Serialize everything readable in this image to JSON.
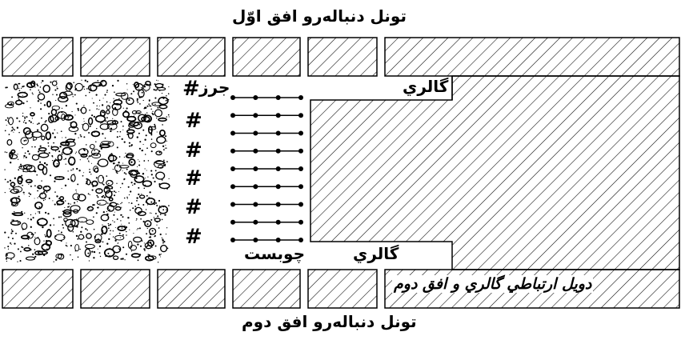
{
  "labels": {
    "top_tunnel": "تونل دنباله‌رو افق اوّل",
    "bottom_tunnel": "تونل دنباله‌رو افق دوم",
    "gallery_top": "گالري",
    "gallery_bottom": "گالري",
    "joint": "جرز",
    "timbering": "چوبست",
    "connecting_raise": "دويل ارتباطي گالري و افق دوم"
  },
  "symbols": {
    "hash": "#",
    "hash_count": 6
  },
  "timbering": {
    "rows": 9,
    "dots_per_row": 4
  },
  "colors": {
    "ink": "#000000",
    "paper": "#ffffff"
  }
}
